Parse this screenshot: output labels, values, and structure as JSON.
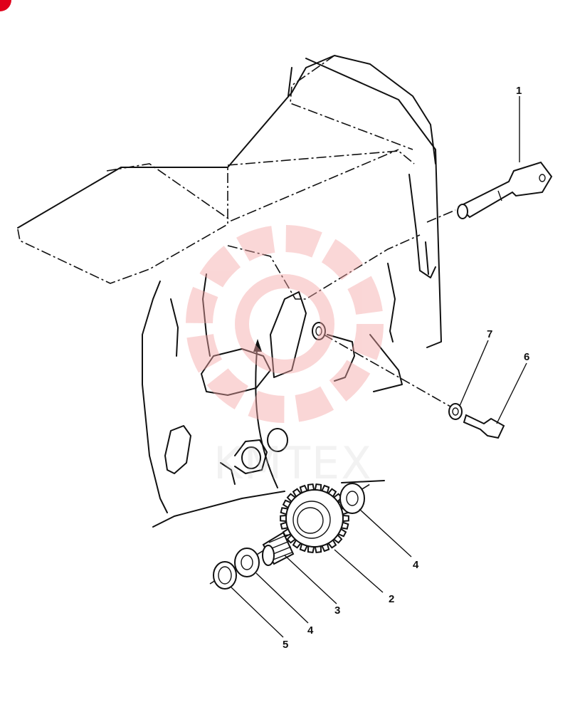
{
  "callouts": [
    {
      "id": "1",
      "label": "1"
    },
    {
      "id": "2",
      "label": "2"
    },
    {
      "id": "3",
      "label": "3"
    },
    {
      "id": "4a",
      "label": "4"
    },
    {
      "id": "4b",
      "label": "4"
    },
    {
      "id": "5",
      "label": "5"
    },
    {
      "id": "6",
      "label": "6"
    },
    {
      "id": "7",
      "label": "7"
    }
  ],
  "watermark": {
    "text": "KMTEX",
    "color": "#f4a6a6"
  },
  "colors": {
    "ink": "#111111",
    "accent": "#e0001b"
  }
}
